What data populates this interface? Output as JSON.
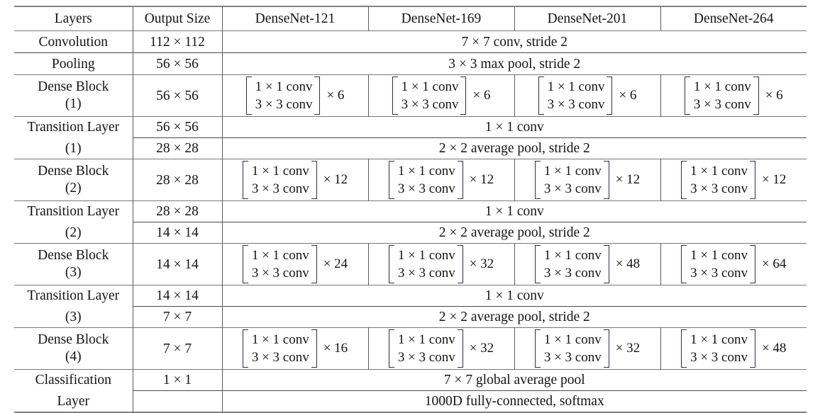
{
  "table": {
    "caption": "",
    "headers": [
      "Layers",
      "Output Size",
      "DenseNet-121",
      "DenseNet-169",
      "DenseNet-201",
      "DenseNet-264"
    ],
    "symbols": {
      "times": "×",
      "multiplier_prefix": "×"
    },
    "rows": {
      "convolution": {
        "layer": "Convolution",
        "output_size": "112 × 112",
        "spanned_text": "7 × 7 conv, stride 2"
      },
      "pooling": {
        "layer": "Pooling",
        "output_size": "56 × 56",
        "spanned_text": "3 × 3 max pool, stride 2"
      },
      "dense_block_1": {
        "layer_line1": "Dense Block",
        "layer_line2": "(1)",
        "output_size": "56 × 56",
        "block_line1": "1 × 1 conv",
        "block_line2": "3 × 3 conv",
        "multipliers": [
          "× 6",
          "× 6",
          "× 6",
          "× 6"
        ]
      },
      "transition_layer_1": {
        "layer_line1": "Transition Layer",
        "layer_line2": "(1)",
        "output_size_a": "56 × 56",
        "output_size_b": "28 × 28",
        "spanned_text_a": "1 × 1 conv",
        "spanned_text_b": "2 × 2 average pool, stride 2"
      },
      "dense_block_2": {
        "layer_line1": "Dense Block",
        "layer_line2": "(2)",
        "output_size": "28 × 28",
        "block_line1": "1 × 1 conv",
        "block_line2": "3 × 3 conv",
        "multipliers": [
          "× 12",
          "× 12",
          "× 12",
          "× 12"
        ]
      },
      "transition_layer_2": {
        "layer_line1": "Transition Layer",
        "layer_line2": "(2)",
        "output_size_a": "28 × 28",
        "output_size_b": "14 × 14",
        "spanned_text_a": "1 × 1 conv",
        "spanned_text_b": "2 × 2 average pool, stride 2"
      },
      "dense_block_3": {
        "layer_line1": "Dense Block",
        "layer_line2": "(3)",
        "output_size": "14 × 14",
        "block_line1": "1 × 1 conv",
        "block_line2": "3 × 3 conv",
        "multipliers": [
          "× 24",
          "× 32",
          "× 48",
          "× 64"
        ]
      },
      "transition_layer_3": {
        "layer_line1": "Transition Layer",
        "layer_line2": "(3)",
        "output_size_a": "14 × 14",
        "output_size_b": "7 × 7",
        "spanned_text_a": "1 × 1 conv",
        "spanned_text_b": "2 × 2 average pool, stride 2"
      },
      "dense_block_4": {
        "layer_line1": "Dense Block",
        "layer_line2": "(4)",
        "output_size": "7 × 7",
        "block_line1": "1 × 1 conv",
        "block_line2": "3 × 3 conv",
        "multipliers": [
          "× 16",
          "× 32",
          "× 32",
          "× 48"
        ]
      },
      "classification_layer": {
        "layer_line1": "Classification",
        "layer_line2": "Layer",
        "output_size_a": "1 × 1",
        "output_size_b": "",
        "spanned_text_a": "7 × 7 global average pool",
        "spanned_text_b": "1000D fully-connected, softmax"
      }
    }
  },
  "colors": {
    "text": "#141414",
    "rule_thick": "#808080",
    "rule_thin": "#4a4a4a",
    "vertical_rule": "#5a5a5a",
    "background": "#ffffff"
  }
}
